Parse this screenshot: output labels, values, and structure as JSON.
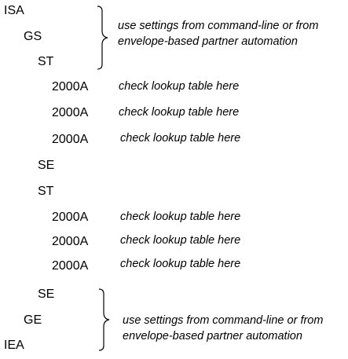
{
  "segments": {
    "isa": "ISA",
    "gs": "GS",
    "st1": "ST",
    "loop1": [
      "2000A",
      "2000A",
      "2000A"
    ],
    "se1": "SE",
    "st2": "ST",
    "loop2": [
      "2000A",
      "2000A",
      "2000A"
    ],
    "se2": "SE",
    "ge": "GE",
    "iea": "IEA"
  },
  "notes": {
    "top_line1": "use settings from command-line or from",
    "top_line2": "envelope-based partner automation",
    "lookup1": [
      "check lookup table here",
      "check lookup table here",
      "check lookup table here"
    ],
    "lookup2": [
      "check lookup table here",
      "check lookup table here",
      "check lookup table here"
    ],
    "bottom_line1": "use settings from command-line or from",
    "bottom_line2": "envelope-based partner automation"
  }
}
